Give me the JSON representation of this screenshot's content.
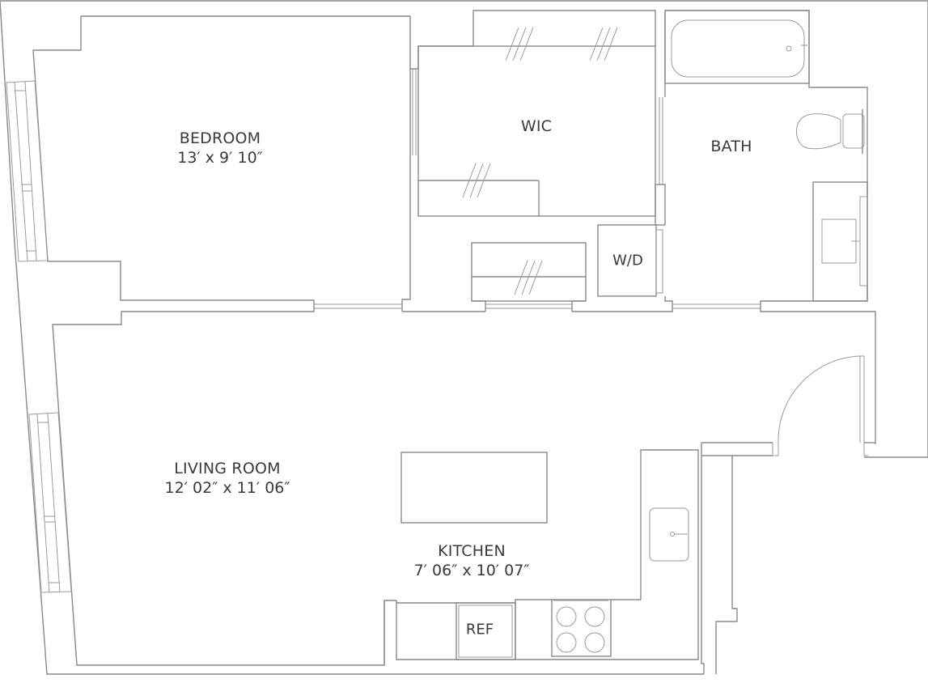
{
  "floor_plan": {
    "rooms": [
      {
        "id": "bedroom",
        "name": "BEDROOM",
        "dimensions": "13′ x 9′ 10″"
      },
      {
        "id": "wic",
        "name": "WIC",
        "dimensions": ""
      },
      {
        "id": "bath",
        "name": "BATH",
        "dimensions": ""
      },
      {
        "id": "living_room",
        "name": "LIVING ROOM",
        "dimensions": "12′ 02″ x 11′ 06″"
      },
      {
        "id": "kitchen",
        "name": "KITCHEN",
        "dimensions": "7′ 06″ x 10′ 07″"
      }
    ],
    "fixtures": [
      {
        "id": "wd",
        "label": "W/D"
      },
      {
        "id": "ref",
        "label": "REF"
      }
    ],
    "icons": [
      "bathtub-icon",
      "toilet-icon",
      "bath-sink-icon",
      "kitchen-sink-icon",
      "cooktop-icon",
      "entry-door-swing-icon",
      "window-icon"
    ],
    "colors": {
      "line": "#8a8a8a",
      "text": "#3a3a3a",
      "background": "#ffffff"
    }
  }
}
